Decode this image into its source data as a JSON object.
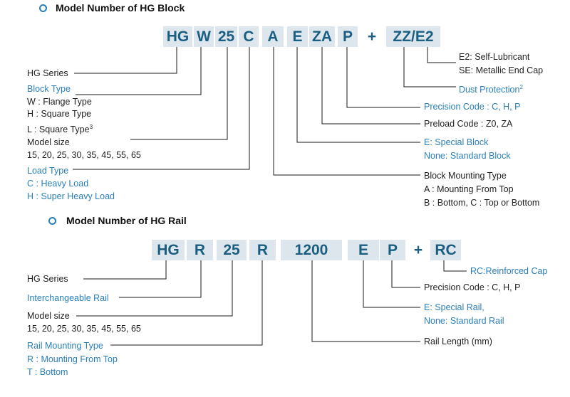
{
  "block": {
    "title": "Model Number of HG Block",
    "codes": [
      "HG",
      "W",
      "25",
      "C",
      "A",
      "E",
      "ZA",
      "P",
      "+",
      "ZZ/E2"
    ],
    "labels": {
      "series": "HG Series",
      "block_type_title": "Block  Type",
      "block_type_w": "W : Flange  Type",
      "block_type_h": "H : Square Type",
      "block_type_l": "L : Square Type",
      "block_type_l_sup": "3",
      "model_size_title": "Model size",
      "model_size_values": "15, 20, 25, 30, 35, 45, 55, 65",
      "load_type_title": "Load Type",
      "load_type_c": "C : Heavy Load",
      "load_type_h": "H : Super Heavy Load",
      "e2": "E2: Self-Lubricant",
      "se": "SE: Metallic End Cap",
      "dust": "Dust Protection",
      "dust_sup": "2",
      "precision": "Precision Code : C, H, P",
      "preload": "Preload Code : Z0, ZA",
      "special": "E: Special Block",
      "standard": "None: Standard Block",
      "mounting_title": "Block Mounting Type",
      "mounting_a": "A : Mounting From Top",
      "mounting_b": "B : Bottom, C : Top or Bottom"
    }
  },
  "rail": {
    "title": "Model Number of HG Rail",
    "codes": [
      "HG",
      "R",
      "25",
      "R",
      "1200",
      "E",
      "P",
      "+",
      "RC"
    ],
    "labels": {
      "series": "HG Series",
      "interchangeable": "Interchangeable Rail",
      "model_size_title": "Model size",
      "model_size_values": "15, 20, 25, 30, 35, 45, 55, 65",
      "mounting_title": "Rail Mounting Type",
      "mounting_r": "R : Mounting From Top",
      "mounting_t": "T : Bottom",
      "rc": "RC:Reinforced Cap",
      "precision": "Precision Code : C, H, P",
      "special": "E: Special Rail,",
      "standard": "None: Standard Rail",
      "length": "Rail Length (mm)"
    }
  }
}
